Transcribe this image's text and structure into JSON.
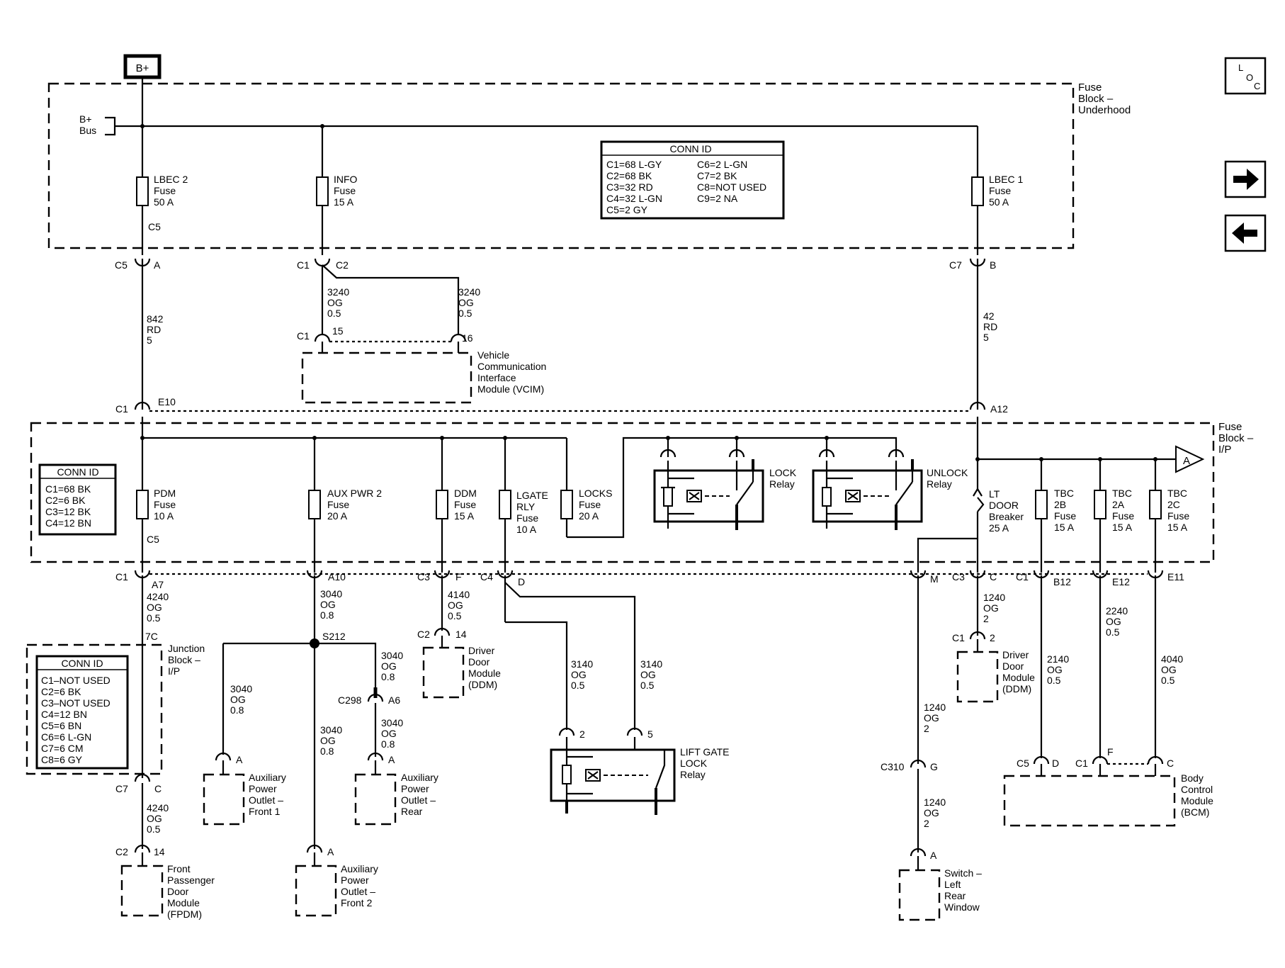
{
  "top": {
    "battery": "B+",
    "bus": [
      "B+",
      "Bus"
    ],
    "loc_letters": [
      "L",
      "O",
      "C"
    ]
  },
  "underhood": {
    "label": [
      "Fuse",
      "Block –",
      "Underhood"
    ],
    "fuses": {
      "lbec2": [
        "LBEC 2",
        "Fuse",
        "50 A"
      ],
      "info": [
        "INFO",
        "Fuse",
        "15 A"
      ],
      "lbec1": [
        "LBEC 1",
        "Fuse",
        "50 A"
      ]
    },
    "c5_inner": "C5",
    "conn_id": {
      "title": "CONN ID",
      "left": [
        "C1=68 L-GY",
        "C2=68 BK",
        "C3=32 RD",
        "C4=32 L-GN",
        "C5=2 GY"
      ],
      "right": [
        "C6=2 L-GN",
        "C7=2 BK",
        "C8=NOT USED",
        "C9=2 NA"
      ]
    }
  },
  "connectors": {
    "c5a": [
      "C5",
      "A"
    ],
    "c1c2": [
      "C1",
      "C2"
    ],
    "c7b": [
      "C7",
      "B"
    ],
    "vcim_c1": [
      "C1",
      "15",
      "16"
    ],
    "ip_c1e10": [
      "C1",
      "E10"
    ],
    "ip_a12": "A12",
    "c1a7": [
      "C1",
      "A7"
    ],
    "a10": "A10",
    "c3f": [
      "C3",
      "F"
    ],
    "c4d": [
      "C4",
      "D"
    ],
    "m": "M",
    "c3c": [
      "C3",
      "C"
    ],
    "c1b12": [
      "C1",
      "B12"
    ],
    "e12": "E12",
    "e11": "E11",
    "c2_14_ddm": [
      "C2",
      "14"
    ],
    "c1_2_ddm": [
      "C1",
      "2"
    ],
    "jb_7c": "7C",
    "c7c": [
      "C7",
      "C"
    ],
    "c2_14_fpdm": [
      "C2",
      "14"
    ],
    "s212": "S212",
    "c298": [
      "C298",
      "A6"
    ],
    "apo_f1": "A",
    "apo_rear": "A",
    "apo_f2": "A",
    "lift_pins": [
      "2",
      "5"
    ],
    "c310": [
      "C310",
      "G"
    ],
    "switch_a": "A",
    "bcm": [
      "C5",
      "D",
      "C1",
      "F",
      "C"
    ]
  },
  "wires": {
    "w842": [
      "842",
      "RD",
      "5"
    ],
    "w3240a": [
      "3240",
      "OG",
      "0.5"
    ],
    "w3240b": [
      "3240",
      "OG",
      "0.5"
    ],
    "w42": [
      "42",
      "RD",
      "5"
    ],
    "w4240a": [
      "4240",
      "OG",
      "0.5"
    ],
    "w3040a": [
      "3040",
      "OG",
      "0.8"
    ],
    "w4140": [
      "4140",
      "OG",
      "0.5"
    ],
    "w3040b": [
      "3040",
      "OG",
      "0.8"
    ],
    "w3040c": [
      "3040",
      "OG",
      "0.8"
    ],
    "w3040d": [
      "3040",
      "OG",
      "0.8"
    ],
    "w3040e": [
      "3040",
      "OG",
      "0.8"
    ],
    "w3140a": [
      "3140",
      "OG",
      "0.5"
    ],
    "w3140b": [
      "3140",
      "OG",
      "0.5"
    ],
    "w1240a": [
      "1240",
      "OG",
      "2"
    ],
    "w2140": [
      "2140",
      "OG",
      "0.5"
    ],
    "w2240": [
      "2240",
      "OG",
      "0.5"
    ],
    "w4040": [
      "4040",
      "OG",
      "0.5"
    ],
    "w1240b": [
      "1240",
      "OG",
      "2"
    ],
    "w1240c": [
      "1240",
      "OG",
      "2"
    ],
    "w4240b": [
      "4240",
      "OG",
      "0.5"
    ]
  },
  "ip_block": {
    "label": [
      "Fuse",
      "Block –",
      "I/P"
    ],
    "conn_id": {
      "title": "CONN ID",
      "items": [
        "C1=68 BK",
        "C2=6 BK",
        "C3=12 BK",
        "C4=12 BN"
      ]
    },
    "fuses": {
      "pdm": [
        "PDM",
        "Fuse",
        "10 A"
      ],
      "aux2": [
        "AUX PWR 2",
        "Fuse",
        "20 A"
      ],
      "ddm": [
        "DDM",
        "Fuse",
        "15 A"
      ],
      "lgate": [
        "LGATE",
        "RLY",
        "Fuse",
        "10 A"
      ],
      "locks": [
        "LOCKS",
        "Fuse",
        "20 A"
      ],
      "tbc2b": [
        "TBC",
        "2B",
        "Fuse",
        "15 A"
      ],
      "tbc2a": [
        "TBC",
        "2A",
        "Fuse",
        "15 A"
      ],
      "tbc2c": [
        "TBC",
        "2C",
        "Fuse",
        "15 A"
      ]
    },
    "pdm_c5": "C5",
    "lock_relay": [
      "LOCK",
      "Relay"
    ],
    "unlock_relay": [
      "UNLOCK",
      "Relay"
    ],
    "breaker": [
      "LT",
      "DOOR",
      "Breaker",
      "25 A"
    ],
    "offpage": "A"
  },
  "modules": {
    "vcim": [
      "Vehicle",
      "Communication",
      "Interface",
      "Module (VCIM)"
    ],
    "ddm_left": [
      "Driver",
      "Door",
      "Module",
      "(DDM)"
    ],
    "ddm_right": [
      "Driver",
      "Door",
      "Module",
      "(DDM)"
    ],
    "fpdm": [
      "Front",
      "Passenger",
      "Door",
      "Module",
      "(FPDM)"
    ],
    "apo_f1": [
      "Auxiliary",
      "Power",
      "Outlet –",
      "Front 1"
    ],
    "apo_rear": [
      "Auxiliary",
      "Power",
      "Outlet –",
      "Rear"
    ],
    "apo_f2": [
      "Auxiliary",
      "Power",
      "Outlet –",
      "Front 2"
    ],
    "lift_gate": [
      "LIFT GATE",
      "LOCK",
      "Relay"
    ],
    "bcm": [
      "Body",
      "Control",
      "Module",
      "(BCM)"
    ],
    "switch": [
      "Switch –",
      "Left",
      "Rear",
      "Window"
    ]
  },
  "junction_block": {
    "label": [
      "Junction",
      "Block –",
      "I/P"
    ],
    "conn_id": {
      "title": "CONN ID",
      "items": [
        "C1–NOT USED",
        "C2=6 BK",
        "C3–NOT USED",
        "C4=12 BN",
        "C5=6 BN",
        "C6=6 L-GN",
        "C7=6 CM",
        "C8=6 GY"
      ]
    }
  },
  "nav": {
    "next": "arrow-right-icon",
    "prev": "arrow-left-icon"
  }
}
